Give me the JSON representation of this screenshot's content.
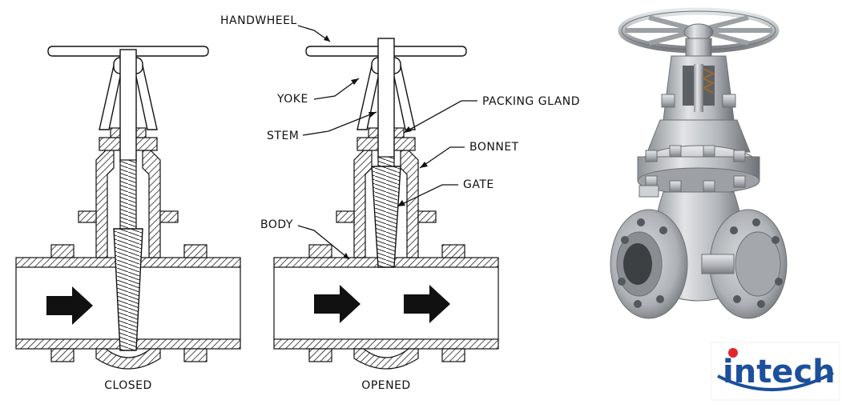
{
  "labels": {
    "handwheel": "HANDWHEEL",
    "yoke": "YOKE",
    "stem": "STEM",
    "packing_gland": "PACKING GLAND",
    "bonnet": "BONNET",
    "gate": "GATE",
    "body": "BODY"
  },
  "captions": {
    "closed": "CLOSED",
    "opened": "OPENED"
  },
  "logo": {
    "text": "intech",
    "text_color": "#1c4f9c",
    "dot_color": "#e3262b",
    "swoosh_color": "#1c4f9c"
  },
  "colors": {
    "line": "#111111",
    "hatch": "#222222",
    "metal_light": "#dcdee0",
    "metal_mid": "#a9adb1",
    "metal_dark": "#6c7074"
  }
}
